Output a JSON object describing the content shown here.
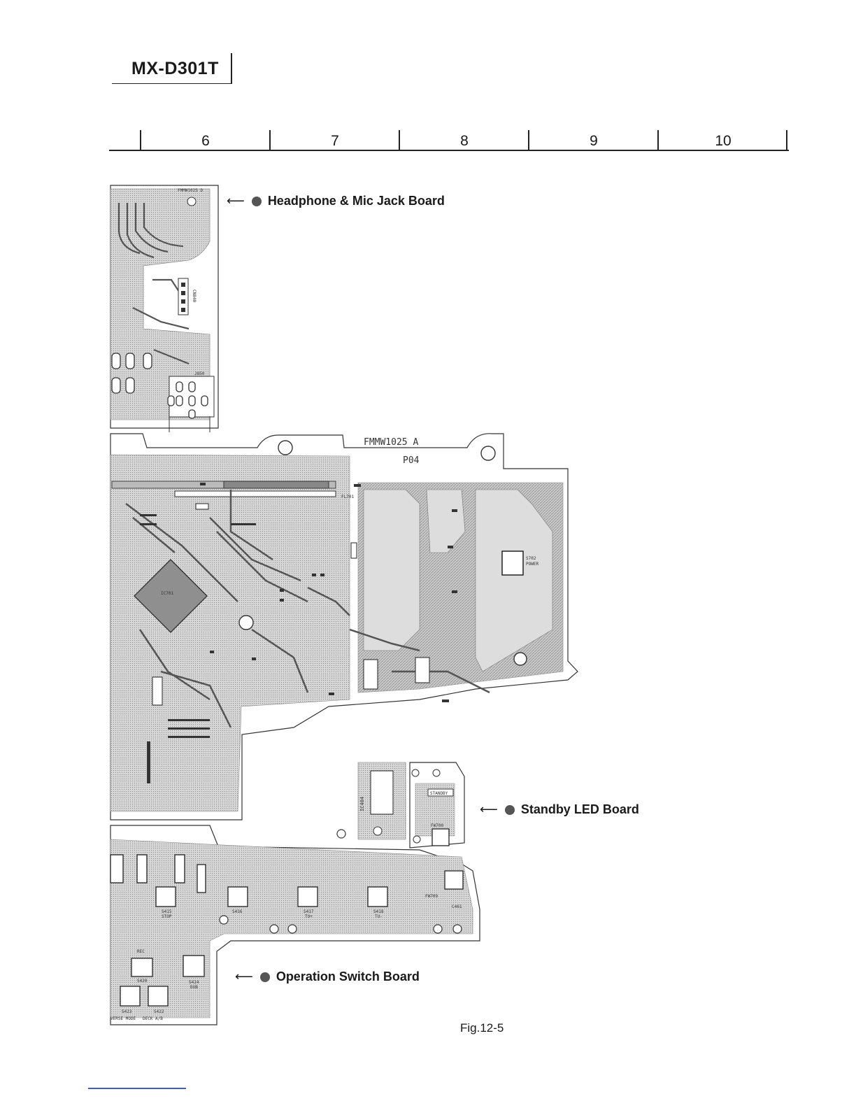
{
  "header": {
    "model": "MX-D301T"
  },
  "ruler": {
    "columns": [
      "6",
      "7",
      "8",
      "9",
      "10"
    ]
  },
  "labels": {
    "headphone_board": "Headphone & Mic Jack Board",
    "standby_board": "Standby LED Board",
    "operation_board": "Operation Switch Board"
  },
  "pcb_text": {
    "main_code": "FMMW1025 A",
    "main_sub": "P04",
    "jack_code": "FMMW1025 D",
    "standby_tag": "STANDBY",
    "ic_ref": "IC701",
    "power_ref": "S702",
    "power_name": "POWER",
    "s415": "S415",
    "s415_name": "STOP",
    "s416": "S416",
    "s417": "S417",
    "s417_name": "TU+",
    "s418": "S418",
    "s418_name": "TU-",
    "s420": "S420",
    "s420_name": "REC",
    "s424": "S424",
    "s424_name": "DUB",
    "s423": "S423",
    "s423_name": "VERSE MODE",
    "s422": "S422",
    "s422_name": "DECK A/B",
    "j850": "J850",
    "cn840": "CN840",
    "fl701": "FL701",
    "ic404": "IC404",
    "fw700": "FW700",
    "fw709": "FW709",
    "c461": "C461"
  },
  "figure": {
    "caption": "Fig.12-5"
  },
  "colors": {
    "ink": "#1a1a1a",
    "copper": "#bdbdbd",
    "dark_copper": "#9e9e9e",
    "label_dot": "#555555"
  }
}
